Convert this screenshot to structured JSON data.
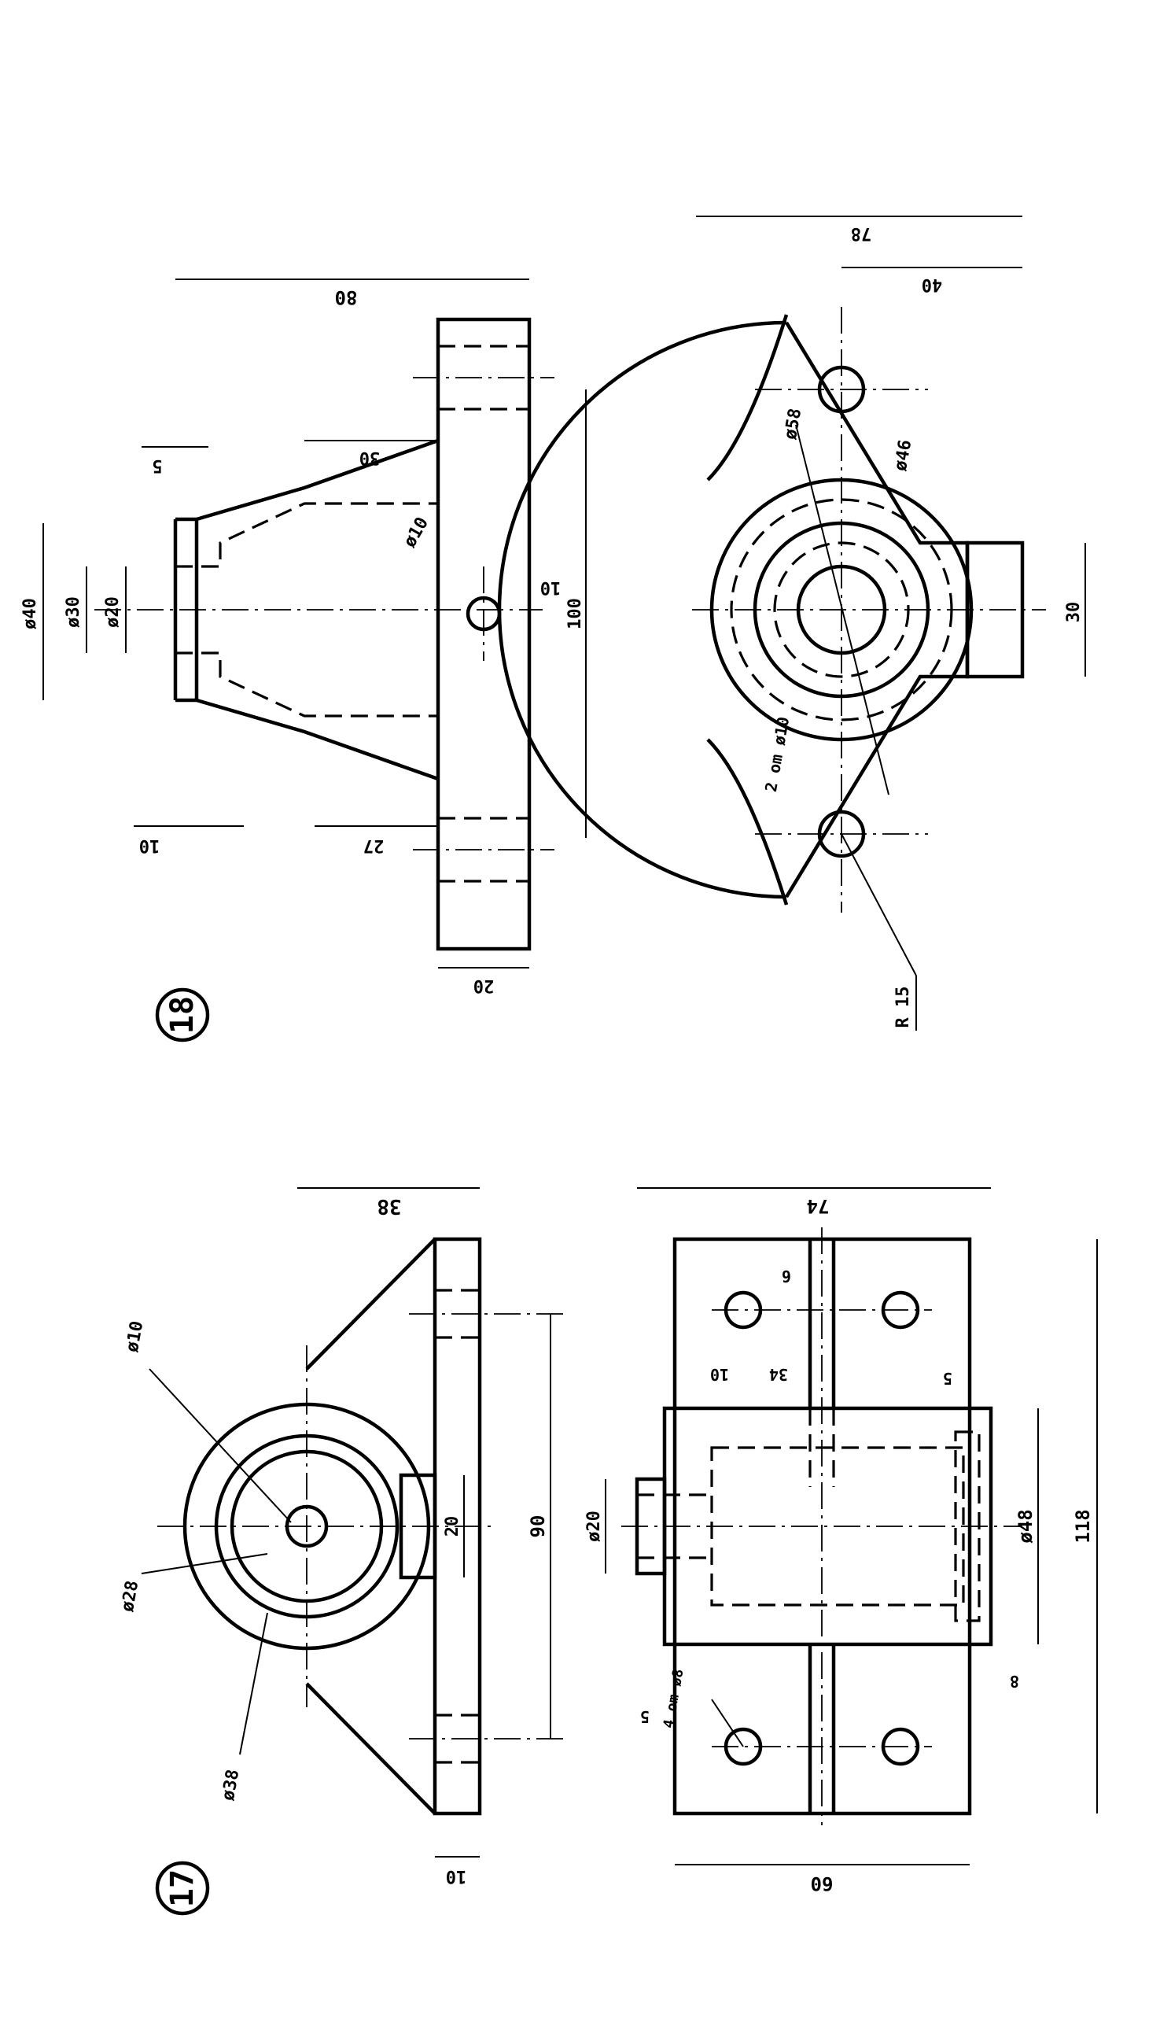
{
  "figures": [
    {
      "id": "17",
      "label": "17"
    },
    {
      "id": "18",
      "label": "18"
    }
  ],
  "fig17": {
    "dims": {
      "d10": "ø10",
      "d28": "ø28",
      "d38": "ø38",
      "d20": "ø20",
      "d48": "ø48",
      "h20": "20",
      "w90": "90",
      "h38": "38",
      "t10": "10",
      "w74": "74",
      "w60": "60",
      "l118": "118",
      "g6": "6",
      "g10": "10",
      "g34": "34",
      "g5a": "5",
      "g5b": "5",
      "g8": "8",
      "holes": "4 om ø8"
    }
  },
  "fig18": {
    "dims": {
      "d40": "ø40",
      "d30": "ø30",
      "d20": "ø20",
      "d10": "ø10",
      "d58": "ø58",
      "d46": "ø46",
      "h80": "80",
      "h30": "30",
      "g5": "5",
      "g10a": "10",
      "g10b": "10",
      "l100": "100",
      "g27": "27",
      "t20": "20",
      "w78": "78",
      "w40": "40",
      "w30": "30",
      "holes": "2 om ø10",
      "r15": "R 15"
    }
  }
}
